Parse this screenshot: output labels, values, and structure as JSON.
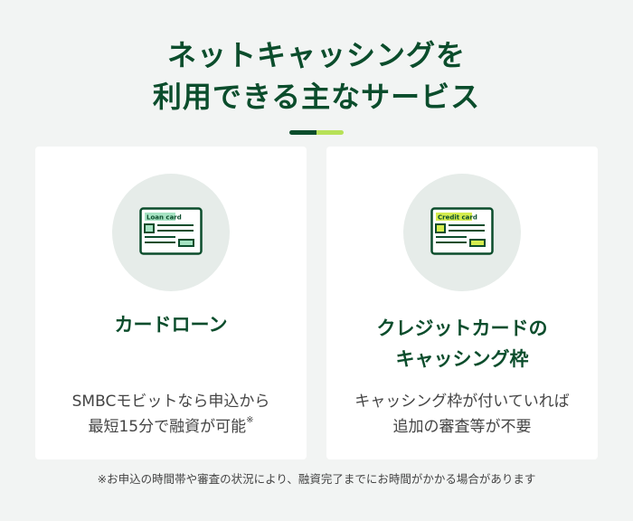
{
  "heading": {
    "line1": "ネットキャッシングを",
    "line2": "利用できる主なサービス"
  },
  "colors": {
    "brand_green": "#0b4d2c",
    "accent_lime": "#b7e157",
    "loan_label_bg": "#a6e3c3",
    "credit_label_bg": "#d5ec4e"
  },
  "cards": [
    {
      "icon": "loan-card-icon",
      "icon_label": "Loan card",
      "title_line1": "カードローン",
      "desc_line1": "SMBCモビットなら申込から",
      "desc_line2": "最短15分で融資が可能",
      "desc_mark": "※"
    },
    {
      "icon": "credit-card-icon",
      "icon_label": "Credit card",
      "title_line1": "クレジットカードの",
      "title_line2": "キャッシング枠",
      "desc_line1": "キャッシング枠が付いていれば",
      "desc_line2": "追加の審査等が不要"
    }
  ],
  "footnote": "※お申込の時間帯や審査の状況により、融資完了までにお時間がかかる場合があります"
}
